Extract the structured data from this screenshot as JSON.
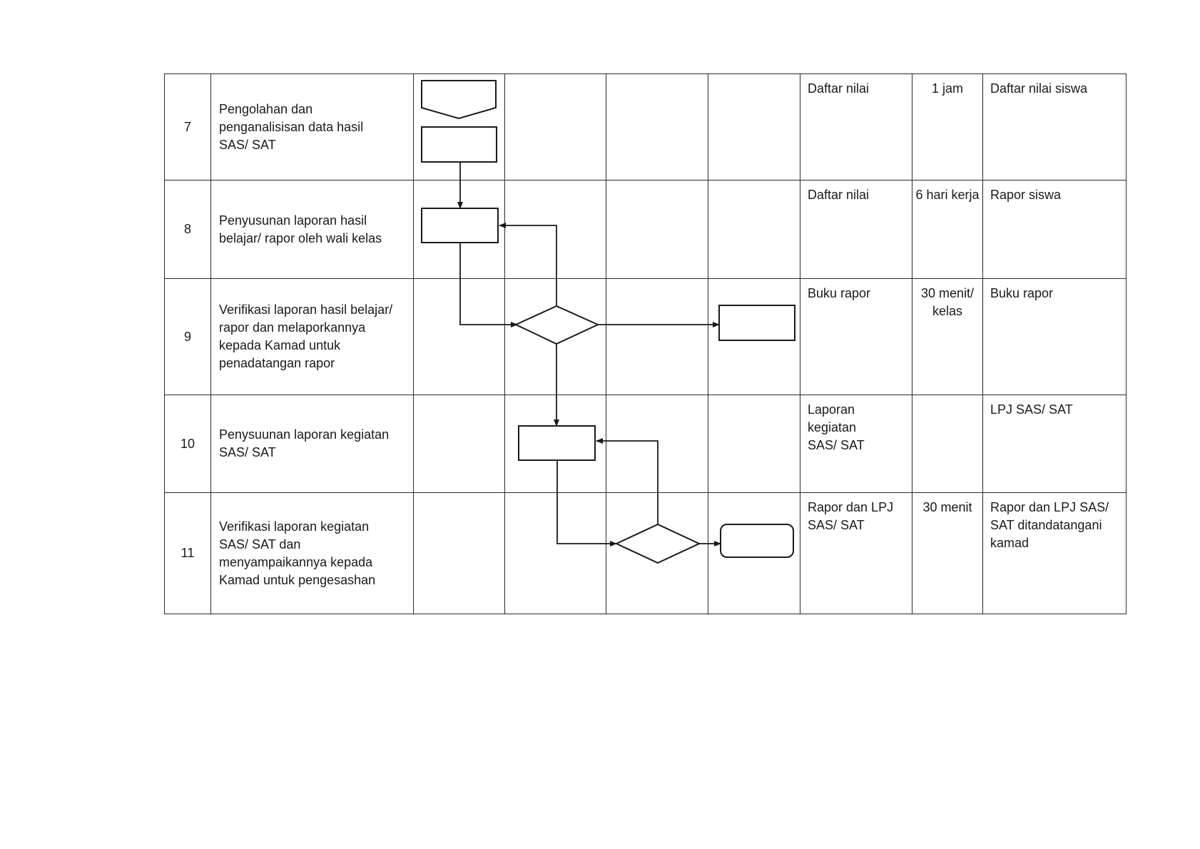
{
  "rows": [
    {
      "no": "7",
      "activity": [
        "Pengolahan dan",
        "penganalisisan data hasil",
        "SAS/ SAT"
      ],
      "kelengkapan": [
        "Daftar nilai"
      ],
      "waktu": [
        "1 jam"
      ],
      "output": [
        "Daftar nilai siswa"
      ]
    },
    {
      "no": "8",
      "activity": [
        "Penyusunan laporan hasil",
        "belajar/ rapor oleh wali kelas"
      ],
      "kelengkapan": [
        "Daftar nilai"
      ],
      "waktu": [
        "6 hari kerja"
      ],
      "output": [
        "Rapor siswa"
      ]
    },
    {
      "no": "9",
      "activity": [
        "Verifikasi laporan hasil belajar/",
        "rapor dan melaporkannya",
        "kepada Kamad untuk",
        "penadatangan rapor"
      ],
      "kelengkapan": [
        "Buku rapor"
      ],
      "waktu": [
        "30 menit/",
        "kelas"
      ],
      "output": [
        "Buku rapor"
      ]
    },
    {
      "no": "10",
      "activity": [
        "Penysuunan laporan kegiatan",
        "SAS/ SAT"
      ],
      "kelengkapan": [
        "Laporan kegiatan",
        "SAS/ SAT"
      ],
      "waktu": [],
      "output": [
        "LPJ SAS/ SAT"
      ]
    },
    {
      "no": "11",
      "activity": [
        "Verifikasi laporan kegiatan",
        "SAS/ SAT dan",
        "menyampaikannya kepada",
        "Kamad untuk pengesashan"
      ],
      "kelengkapan": [
        "Rapor dan LPJ",
        "SAS/ SAT"
      ],
      "waktu": [
        "30 menit"
      ],
      "output": [
        "Rapor dan LPJ SAS/",
        "SAT ditandatangani",
        "kamad"
      ]
    }
  ],
  "flowchart": {
    "symbols": [
      "off-page-connector",
      "process",
      "process",
      "decision",
      "process",
      "process",
      "decision",
      "terminator"
    ],
    "line_color": "#1a1a1a"
  }
}
